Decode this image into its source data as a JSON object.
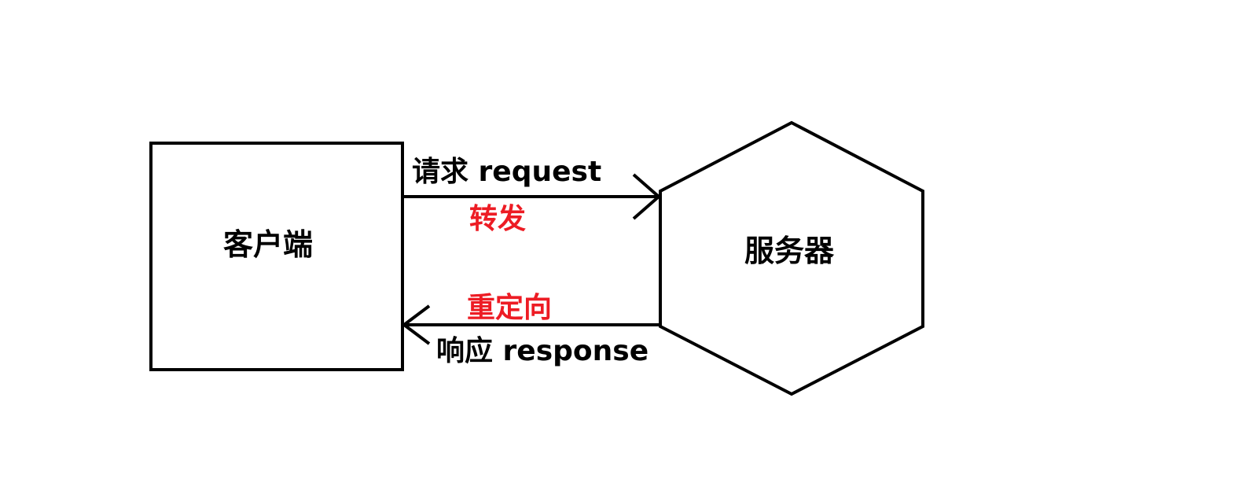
{
  "nodes": {
    "client": {
      "label": "客户端",
      "shape": "rectangle"
    },
    "server": {
      "label": "服务器",
      "shape": "hexagon"
    }
  },
  "edges": {
    "request": {
      "from": "client",
      "to": "server",
      "label": "请求 request",
      "annotation": "转发"
    },
    "response": {
      "from": "server",
      "to": "client",
      "label": "响应 response",
      "annotation": "重定向"
    }
  },
  "colors": {
    "stroke": "#000000",
    "label": "#000000",
    "annotation": "#ed1c24",
    "background": "#ffffff"
  }
}
